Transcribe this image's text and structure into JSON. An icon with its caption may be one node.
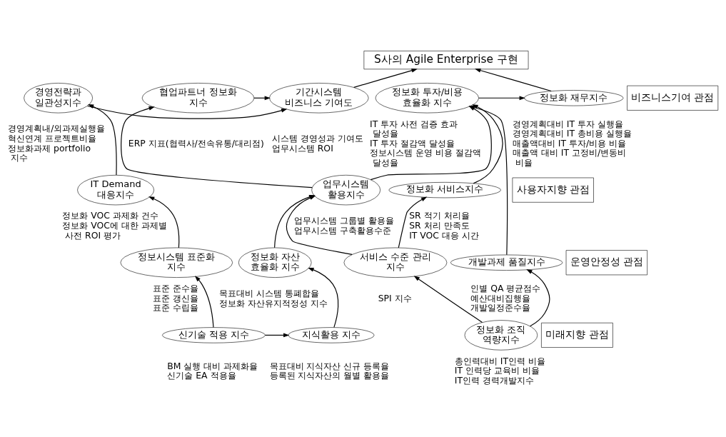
{
  "diagram": {
    "nodes": [
      {
        "text": [
          "S사의 Agile Enterprise 구현"
        ]
      },
      {
        "text": [
          "비즈니스기여 관점"
        ]
      },
      {
        "text": [
          "사용자지향 관점"
        ]
      },
      {
        "text": [
          "운영안정성 관점"
        ]
      },
      {
        "text": [
          "미래지향 관점"
        ]
      },
      {
        "text": [
          "기간시스템 비즈니스 기여도"
        ],
        "beside": [
          "시스템 경영성과 기여도",
          "업무시스템 ROI"
        ]
      },
      {
        "text": [
          "경영전략과 일관성지수"
        ],
        "beside": [
          "경영계획내/외과제실행율",
          "혁신연계 프로젝트비율",
          "정보화과제 portfolio 지수"
        ]
      },
      {
        "text": [
          "협업파트너 정보화 지수"
        ],
        "beside": [
          "ERP 지표(협력사/전속유통/대리점)"
        ]
      },
      {
        "text": [
          "정보화 재무지수"
        ],
        "beside": [
          "경영계획대비 IT 투자 실행율",
          "경영계획대비 IT 총비용 실행율",
          "매출액대비 IT 투자/비용 비율",
          "매출액 대비 IT 고정비/변동비 비율"
        ]
      },
      {
        "text": [
          "정보화 투자/비용 효율화 지수"
        ],
        "beside": [
          "IT 투자 사전 검증 효과 달성율",
          "IT 투자 절감액 달성율",
          "정보시스템 운영 비용 절감액 달성율"
        ]
      },
      {
        "text": [
          "IT Demand 대응지수"
        ],
        "beside": [
          "정보화 VOC 과제화 건수",
          "정보화 VOC에 대한 과제별 사전 ROI 평가"
        ]
      },
      {
        "text": [
          "정보화 서비스지수"
        ],
        "beside": [
          "SR 적기 처리율",
          "SR 처리 만족도",
          "IT VOC 대응 시간"
        ]
      },
      {
        "text": [
          "업무시스템 활용지수"
        ],
        "beside": [
          "업무시스템 그룹별 활용율",
          "업무시스템 구축활용수준"
        ]
      },
      {
        "text": [
          "개발과제 품질지수"
        ],
        "beside": [
          "인별 QA 평균점수",
          "예산대비집행율",
          "개발일정준수율"
        ]
      },
      {
        "text": [
          "정보시스템 표준화 지수"
        ],
        "beside": [
          "표준 준수율",
          "표준 갱신율",
          "표준 수립율"
        ]
      },
      {
        "text": [
          "서비스 수준 관리 지수"
        ],
        "beside": [
          "SPI 지수"
        ]
      },
      {
        "text": [
          "정보화 자산 효율화 지수"
        ],
        "beside": [
          "목표대비 시스템 통폐합율",
          "정보화 자산유지적정성 지수"
        ]
      },
      {
        "text": [
          "정보화 조직 역량지수"
        ],
        "beside": [
          "총인력대비 IT인력 비율",
          "IT 인력당 교육비 비율",
          "IT인력 경력개발지수"
        ]
      },
      {
        "text": [
          "신기술 적용 지수"
        ],
        "beside": [
          "BM 실행 대비 과제화율",
          "신기술 EA 적용율"
        ]
      },
      {
        "text": [
          "지식활용 지수"
        ],
        "beside": [
          "목표대비 지식자산 신규 등록율",
          "등록된 지식자산의 월별 활용율"
        ]
      }
    ],
    "edges": [
      {
        "from": 5,
        "to": 0,
        "arrow": "to"
      },
      {
        "from": 8,
        "to": 0,
        "arrow": "to"
      },
      {
        "from": 6,
        "to": 5,
        "arrow": "to"
      },
      {
        "from": 7,
        "to": 5,
        "arrow": "to"
      },
      {
        "from": 9,
        "to": 8,
        "arrow": "to"
      },
      {
        "from": 10,
        "to": 6,
        "arrow": "to"
      },
      {
        "from": 12,
        "to": 7,
        "arrow": "to"
      },
      {
        "from": 11,
        "to": 9,
        "arrow": "to"
      },
      {
        "from": 12,
        "to": 9,
        "arrow": "to"
      },
      {
        "from": 13,
        "to": 9,
        "arrow": "to"
      },
      {
        "from": 14,
        "to": 10,
        "arrow": "to"
      },
      {
        "from": 15,
        "to": 11,
        "arrow": "to"
      },
      {
        "from": 15,
        "to": 12,
        "arrow": "to"
      },
      {
        "from": 16,
        "to": 12,
        "arrow": "to"
      },
      {
        "from": 17,
        "to": 13,
        "arrow": "to"
      },
      {
        "from": 17,
        "to": 15,
        "arrow": "to"
      },
      {
        "from": 18,
        "to": 14,
        "arrow": "to"
      },
      {
        "from": 18,
        "to": 19,
        "arrow": "to"
      },
      {
        "from": 19,
        "to": 16,
        "arrow": "to"
      }
    ]
  }
}
